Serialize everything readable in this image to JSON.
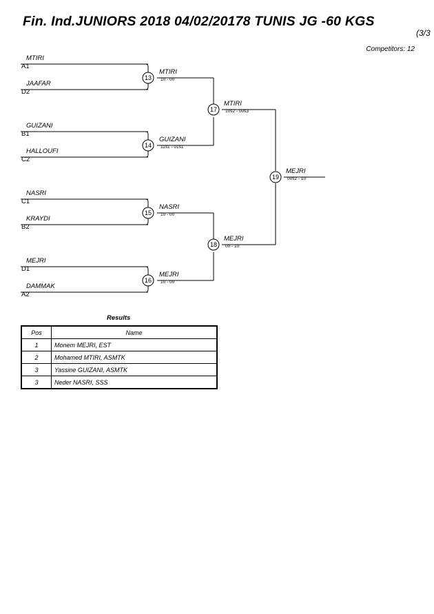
{
  "header": {
    "title": "Fin. Ind.JUNIORS 2018  04/02/20178  TUNIS   JG -60 KGS",
    "page_indicator": "(3/3",
    "competitors": "Competitors: 12"
  },
  "bracket": {
    "entries": [
      {
        "name": "MTIRI",
        "seed": "A1"
      },
      {
        "name": "JAAFAR",
        "seed": "D2"
      },
      {
        "name": "GUIZANI",
        "seed": "B1"
      },
      {
        "name": "HALLOUFI",
        "seed": "C2"
      },
      {
        "name": "NASRI",
        "seed": "C1"
      },
      {
        "name": "KRAYDI",
        "seed": "B2"
      },
      {
        "name": "MEJRI",
        "seed": "D1"
      },
      {
        "name": "DAMMAK",
        "seed": "A2"
      }
    ],
    "matches": [
      {
        "num": "13",
        "winner": "MTIRI",
        "score": "10 - 00"
      },
      {
        "num": "14",
        "winner": "GUIZANI",
        "score": "11s1 - 01s1"
      },
      {
        "num": "15",
        "winner": "NASRI",
        "score": "10 - 00"
      },
      {
        "num": "16",
        "winner": "MEJRI",
        "score": "10 - 00"
      },
      {
        "num": "17",
        "winner": "MTIRI",
        "score": "10s2 - 00s3"
      },
      {
        "num": "18",
        "winner": "MEJRI",
        "score": "00 - 10"
      },
      {
        "num": "19",
        "winner": "MEJRI",
        "score": "00s2 - 10"
      }
    ]
  },
  "results": {
    "title": "Results",
    "columns": {
      "pos": "Pos",
      "name": "Name"
    },
    "rows": [
      {
        "pos": "1",
        "name": "Monem MEJRI, EST"
      },
      {
        "pos": "2",
        "name": "Mohamed MTIRI, ASMTK"
      },
      {
        "pos": "3",
        "name": "Yassine GUIZANI, ASMTK"
      },
      {
        "pos": "3",
        "name": "Neder NASRI, SSS"
      }
    ]
  }
}
